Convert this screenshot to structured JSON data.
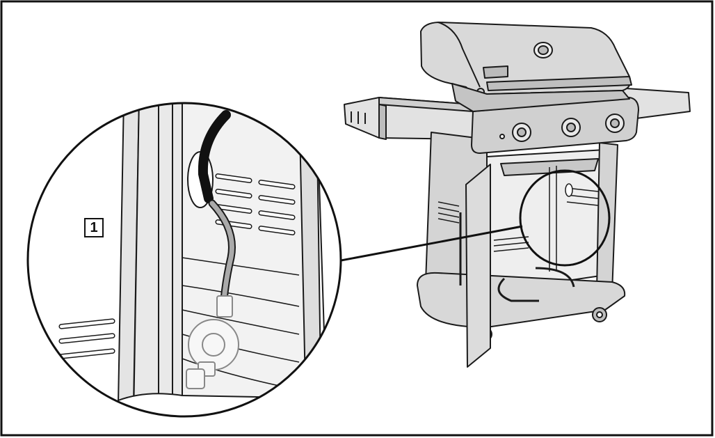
{
  "callout": {
    "label": "1"
  },
  "colors": {
    "line": "#1a1a1a",
    "fill_light": "#e2e2e2",
    "fill_mid": "#c8c8c8",
    "fill_dark": "#9a9a9a",
    "hose": "#aaaaaa"
  },
  "icons": {
    "grill": "gas-grill-illustration",
    "detail": "magnified-detail-circle",
    "regulator": "gas-regulator-icon"
  }
}
